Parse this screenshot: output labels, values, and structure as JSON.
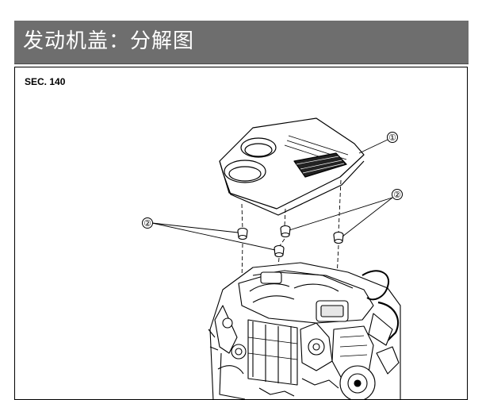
{
  "header": {
    "title": "发动机盖：分解图"
  },
  "figure": {
    "section": "SEC. 140",
    "callouts": [
      {
        "label": "①",
        "part": "engine-cover"
      },
      {
        "label": "②",
        "part": "grommet"
      },
      {
        "label": "②",
        "part": "grommet"
      }
    ]
  },
  "colors": {
    "header_bg": "#6e6e6e",
    "header_text": "#ffffff"
  }
}
